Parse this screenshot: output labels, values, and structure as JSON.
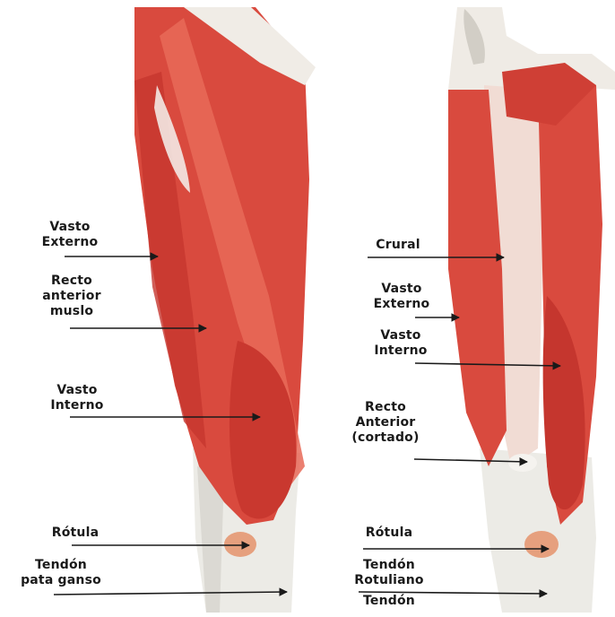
{
  "figure": {
    "left_leg": {
      "labels": [
        {
          "id": "vasto-externo",
          "lines": [
            "Vasto",
            "Externo"
          ]
        },
        {
          "id": "recto-anterior-muslo",
          "lines": [
            "Recto",
            "anterior",
            "muslo"
          ]
        },
        {
          "id": "vasto-interno",
          "lines": [
            "Vasto",
            "Interno"
          ]
        },
        {
          "id": "rotula",
          "lines": [
            "Rótula"
          ]
        },
        {
          "id": "tendon-pata-ganso",
          "lines": [
            "Tendón",
            "pata ganso"
          ]
        }
      ]
    },
    "right_leg": {
      "labels": [
        {
          "id": "crural",
          "lines": [
            "Crural"
          ]
        },
        {
          "id": "vasto-externo",
          "lines": [
            "Vasto",
            "Externo"
          ]
        },
        {
          "id": "vasto-interno",
          "lines": [
            "Vasto",
            "Interno"
          ]
        },
        {
          "id": "recto-anterior-cortado",
          "lines": [
            "Recto",
            "Anterior",
            "(cortado)"
          ]
        },
        {
          "id": "rotula",
          "lines": [
            "Rótula"
          ]
        },
        {
          "id": "tendon-rotuliano",
          "lines": [
            "Tendón",
            "Rotuliano"
          ]
        },
        {
          "id": "tendon-bottom",
          "lines": [
            "Tendón"
          ]
        }
      ]
    },
    "colors": {
      "muscle": "#d94a3e",
      "muscle_dark": "#b8302a",
      "muscle_light": "#ea7a66",
      "tendon": "#ecebe6",
      "tendon_shadow": "#c9c7c0",
      "patella": "#e6a07e",
      "arrow": "#1a1a1a",
      "background": "#ffffff"
    }
  }
}
